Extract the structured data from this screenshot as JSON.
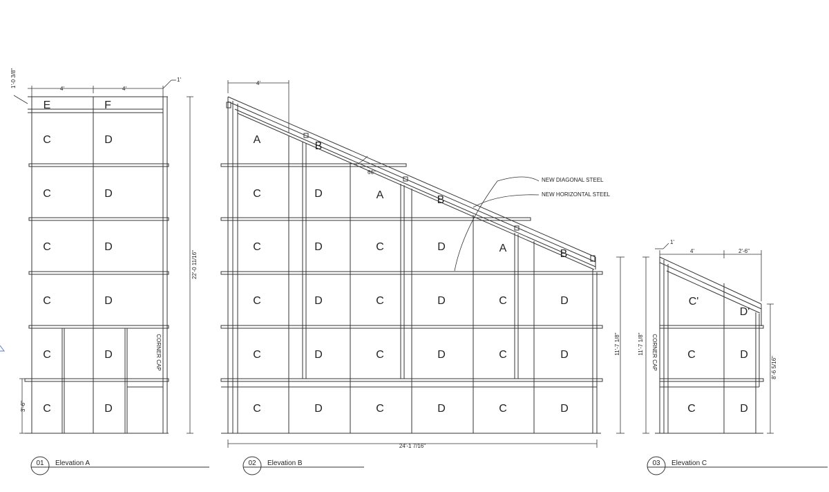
{
  "elevations": [
    {
      "number": "01",
      "title": "Elevation A",
      "rows": [
        [
          "E",
          "F"
        ],
        [
          "C",
          "D"
        ],
        [
          "C",
          "D"
        ],
        [
          "C",
          "D"
        ],
        [
          "C",
          "D"
        ],
        [
          "C",
          "D"
        ],
        [
          "C",
          "D"
        ]
      ],
      "dims": {
        "top_left": "4'",
        "top_right": "4'",
        "overhang": "1'",
        "top_height": "1'-0 3/8\"",
        "overall_height": "22'-0 11/16\"",
        "base_height": "3'-6\""
      },
      "side_label": "CORNER CAP"
    },
    {
      "number": "02",
      "title": "Elevation B",
      "rows": [
        [
          "A",
          "B"
        ],
        [
          "C",
          "D",
          "A",
          "B"
        ],
        [
          "C",
          "D",
          "C",
          "D",
          "A",
          "B"
        ],
        [
          "C",
          "D",
          "C",
          "D",
          "C",
          "D"
        ],
        [
          "C",
          "D",
          "C",
          "D",
          "C",
          "D"
        ],
        [
          "C",
          "D",
          "C",
          "D",
          "C",
          "D"
        ]
      ],
      "dims": {
        "top_width": "4'",
        "angle": "66°",
        "overall_width": "24'-1 7/16\"",
        "right_height": "11'-7 1/8\""
      },
      "notes": [
        "NEW DIAGONAL STEEL",
        "NEW HORIZONTAL STEEL"
      ]
    },
    {
      "number": "03",
      "title": "Elevation C",
      "rows": [
        [
          "C'",
          "D'"
        ],
        [
          "C",
          "D"
        ],
        [
          "C",
          "D"
        ]
      ],
      "dims": {
        "overhang": "1'",
        "left_width": "4'",
        "right_width": "2'-6\"",
        "left_height": "11'-7 1/8\"",
        "right_height": "8'-6 5/16\""
      },
      "side_label": "CORNER CAP"
    }
  ]
}
